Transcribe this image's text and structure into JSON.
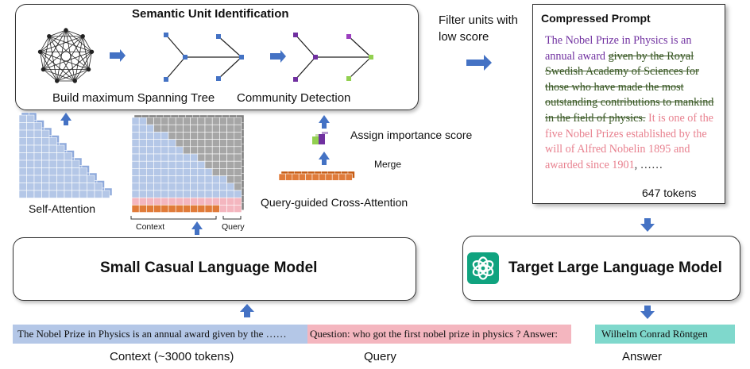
{
  "semantic": {
    "title": "Semantic Unit Identification",
    "mst_label": "Build maximum Spanning Tree",
    "community_label": "Community Detection"
  },
  "filter": {
    "line1": "Filter units with",
    "line2": "low score"
  },
  "compressed": {
    "title": "Compressed Prompt",
    "kept": "The Nobel Prize in Physics is an annual award",
    "removed": "given by the Royal Swedish Academy of Sciences for those who have made the most outstanding contributions to mankind in the field of physics.",
    "pink": "It is one of the five Nobel Prizes established by the will of Alfred Nobelin 1895 and awarded since 1901",
    "tail": ", ……",
    "tokens": "647 tokens"
  },
  "attention": {
    "self_label": "Self-Attention",
    "context_label": "Context",
    "query_label": "Query",
    "assign_label": "Assign importance score",
    "merge_label": "Merge",
    "cross_label": "Query-guided Cross-Attention"
  },
  "models": {
    "small": "Small Casual Language Model",
    "target": "Target Large Language Model"
  },
  "bottom": {
    "context_text": "The Nobel Prize in Physics is an annual award given by the ……",
    "query_text": "Question: who got the first nobel prize in physics ? Answer:",
    "answer_text": "Wilhelm Conrad Röntgen",
    "context_caption": "Context (~3000 tokens)",
    "query_caption": "Query",
    "answer_caption": "Answer"
  },
  "colors": {
    "arrow": "#4472c4",
    "context_bar": "#b4c7e7",
    "query_bar": "#f4b6bf",
    "answer_bar": "#7fd8cc",
    "orange": "#e07b39",
    "gray_cell": "#a6a6a6",
    "blue_cell": "#b4c7e7"
  }
}
